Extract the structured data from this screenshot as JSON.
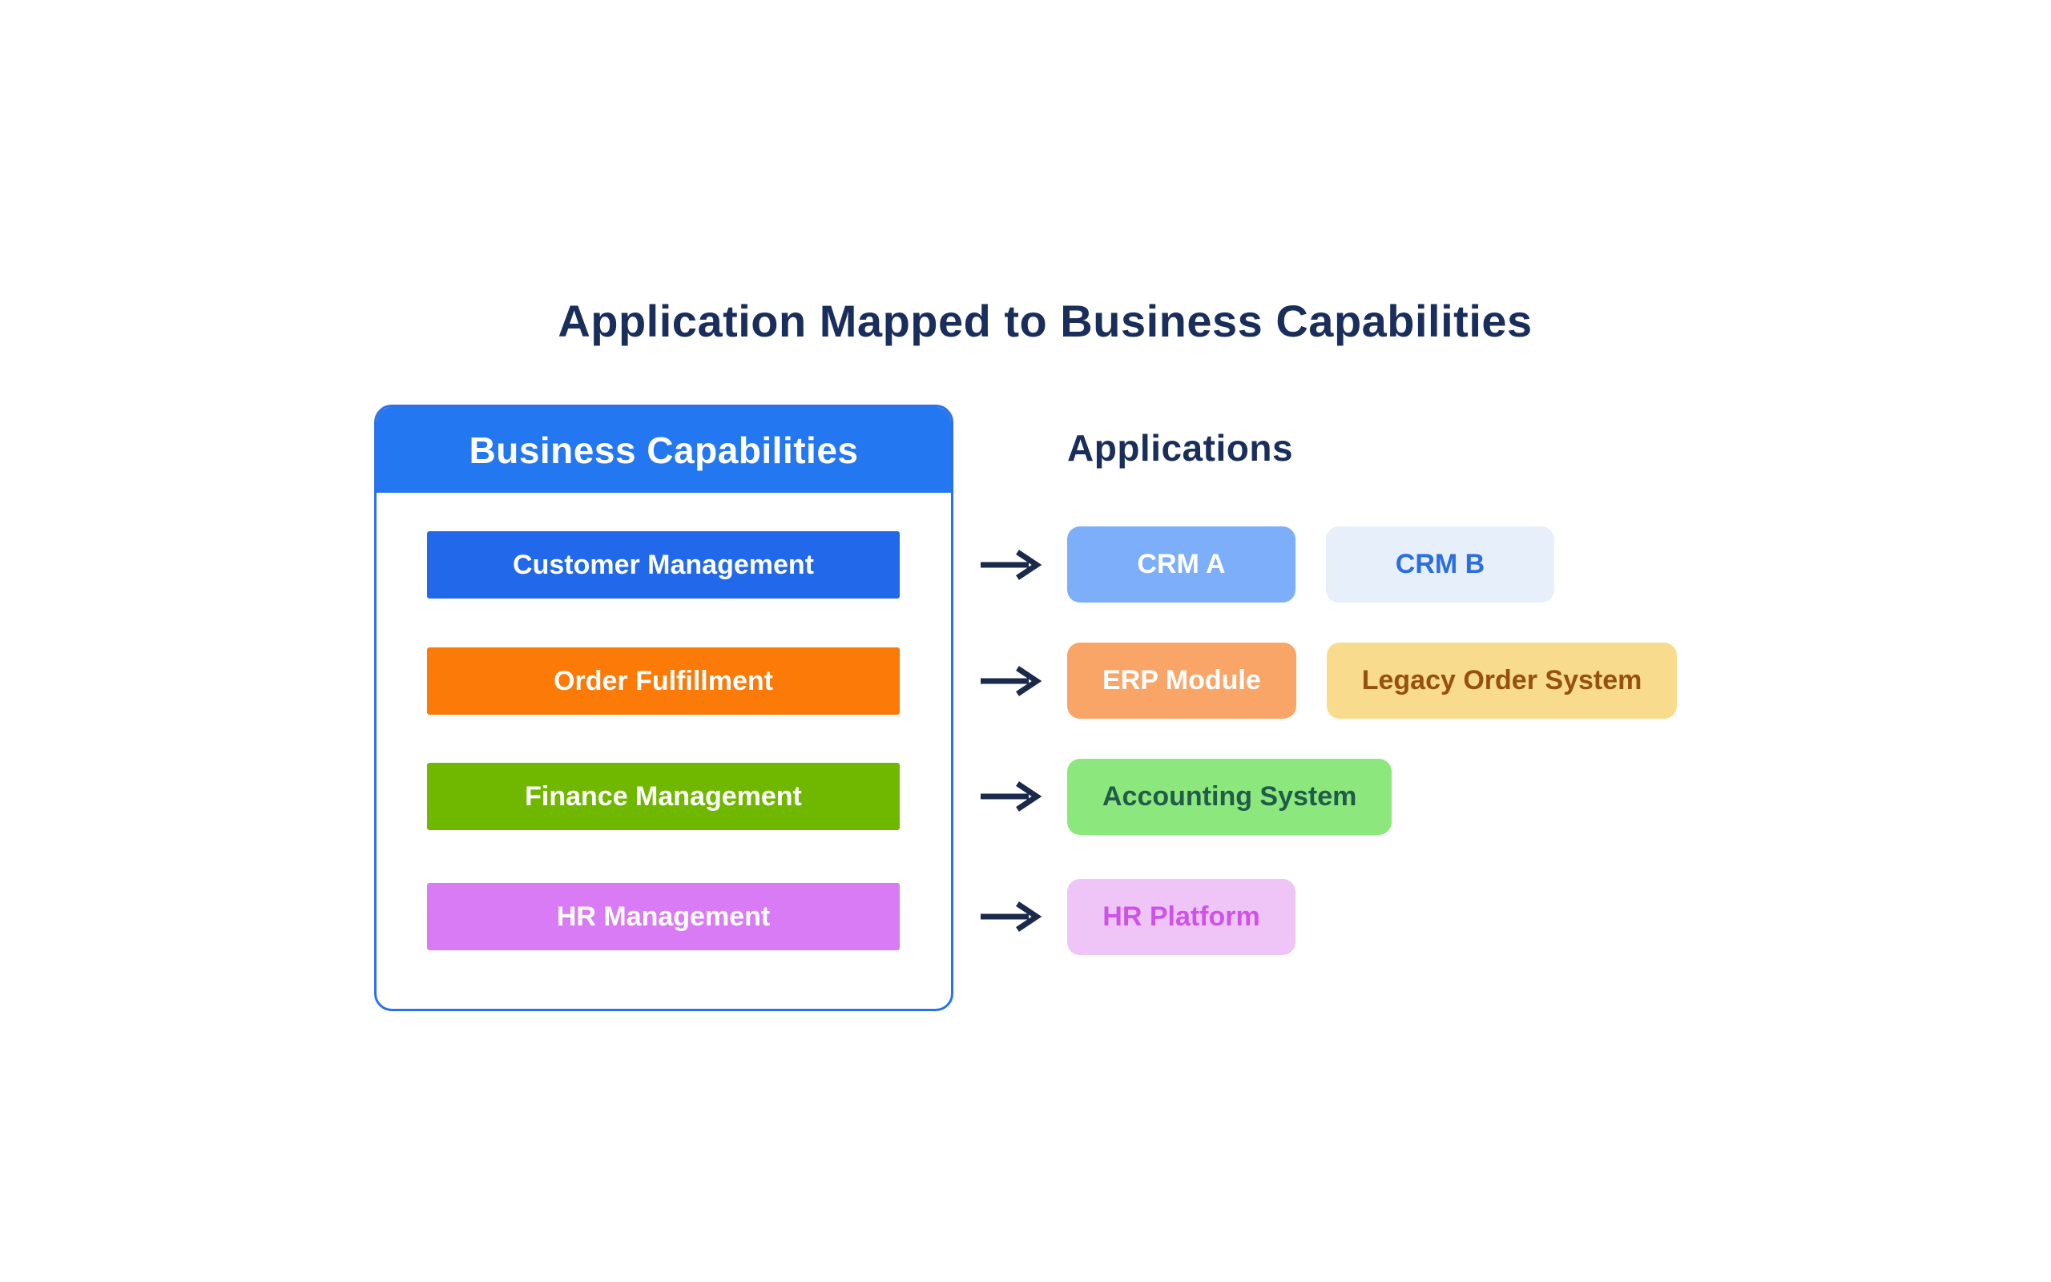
{
  "title": "Application Mapped to Business Capabilities",
  "capabilities_header": "Business Capabilities",
  "applications_header": "Applications",
  "colors": {
    "background": "#FFFFFF",
    "title_text": "#1A2E5C",
    "applications_header_text": "#1A2E5C",
    "panel_border": "#2B72E8",
    "panel_bg": "#FFFFFF",
    "header_bg": "#2377F0",
    "header_text": "#FFFFFF",
    "arrow": "#1B2A4A"
  },
  "icons": {
    "mapping_arrow": {
      "name": "right-arrow-icon",
      "glyph": "→"
    }
  },
  "rows": [
    {
      "capability": {
        "label": "Customer Management",
        "bg": "#2168EB",
        "text": "#FFFFFF"
      },
      "applications": [
        {
          "label": "CRM A",
          "bg": "#7CAEFA",
          "text": "#FFFFFF"
        },
        {
          "label": "CRM B",
          "bg": "#E7EFFB",
          "text": "#2B6EE0"
        }
      ]
    },
    {
      "capability": {
        "label": "Order Fulfillment",
        "bg": "#FB7A08",
        "text": "#FFFFFF"
      },
      "applications": [
        {
          "label": "ERP Module",
          "bg": "#FAA568",
          "text": "#FFFFFF"
        },
        {
          "label": "Legacy Order System",
          "bg": "#F8DB8D",
          "text": "#96500F"
        }
      ]
    },
    {
      "capability": {
        "label": "Finance Management",
        "bg": "#70B800",
        "text": "#FFFFFF"
      },
      "applications": [
        {
          "label": "Accounting System",
          "bg": "#8CE87D",
          "text": "#215B4A"
        }
      ]
    },
    {
      "capability": {
        "label": "HR Management",
        "bg": "#D97BF4",
        "text": "#FFFFFF"
      },
      "applications": [
        {
          "label": "HR Platform",
          "bg": "#EFC5F8",
          "text": "#CE52E9"
        }
      ]
    }
  ]
}
